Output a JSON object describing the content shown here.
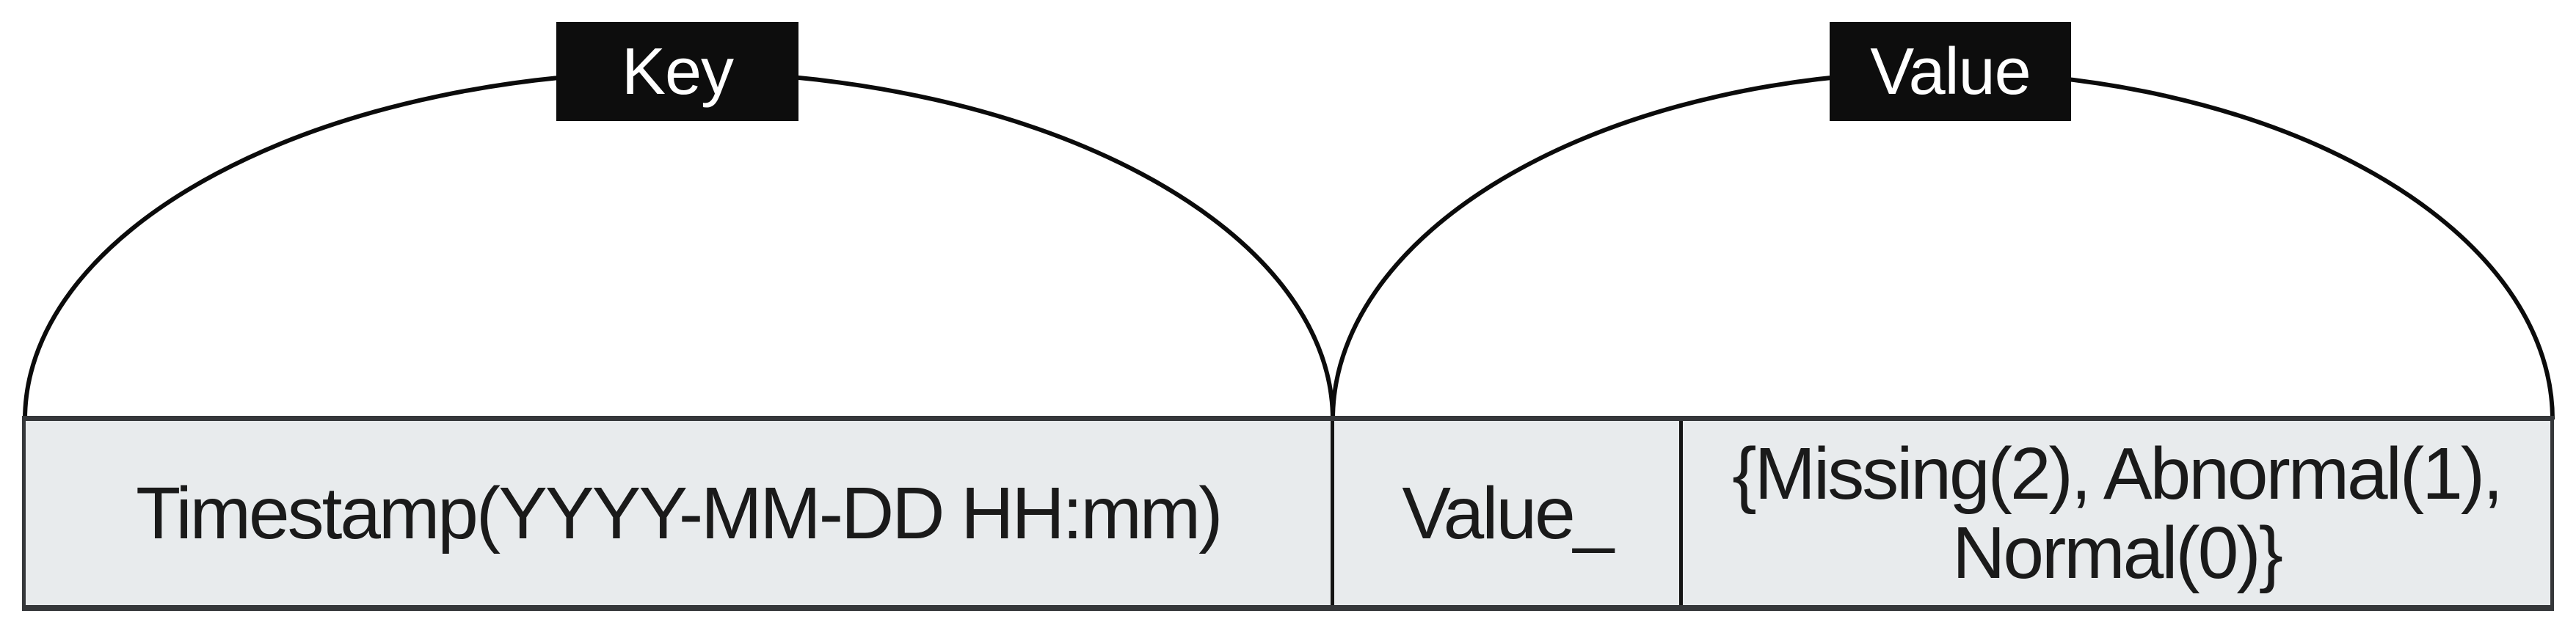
{
  "diagram": {
    "braces": [
      {
        "label": "Key"
      },
      {
        "label": "Value"
      }
    ],
    "table": {
      "cells": [
        {
          "lines": [
            "Timestamp(YYYY-MM-DD HH:mm)"
          ]
        },
        {
          "lines": [
            "Value_"
          ]
        },
        {
          "lines": [
            "{Missing(2), Abnormal(1),",
            "Normal(0)}"
          ]
        }
      ]
    },
    "colors": {
      "cell_fill": "#e8ebed",
      "table_border": "#35373a",
      "divider": "#141414",
      "arc": "#0b0b0b",
      "label_bg": "#0d0d0d",
      "label_text": "#ffffff"
    }
  }
}
